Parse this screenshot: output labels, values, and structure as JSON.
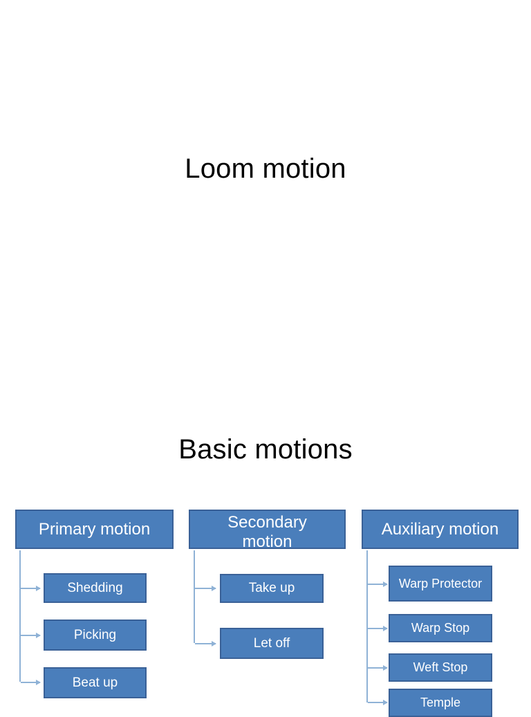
{
  "slide": {
    "background_color": "#ffffff",
    "title": "Loom motion",
    "section_title": "Basic motions"
  },
  "theme": {
    "box_fill": "#4a7ebb",
    "box_border": "#3a6197",
    "box_text": "#ffffff",
    "connector": "#8fb2d6",
    "heading_text": "#000000"
  },
  "diagram": {
    "type": "tree",
    "columns": [
      {
        "header": "Primary motion",
        "children": [
          {
            "label": "Shedding"
          },
          {
            "label": "Picking"
          },
          {
            "label": "Beat up"
          }
        ]
      },
      {
        "header": "Secondary motion",
        "children": [
          {
            "label": "Take up"
          },
          {
            "label": "Let off"
          }
        ]
      },
      {
        "header": "Auxiliary motion",
        "children": [
          {
            "label": "Warp Protector"
          },
          {
            "label": "Warp Stop"
          },
          {
            "label": "Weft Stop"
          },
          {
            "label": "Temple"
          }
        ]
      }
    ]
  }
}
